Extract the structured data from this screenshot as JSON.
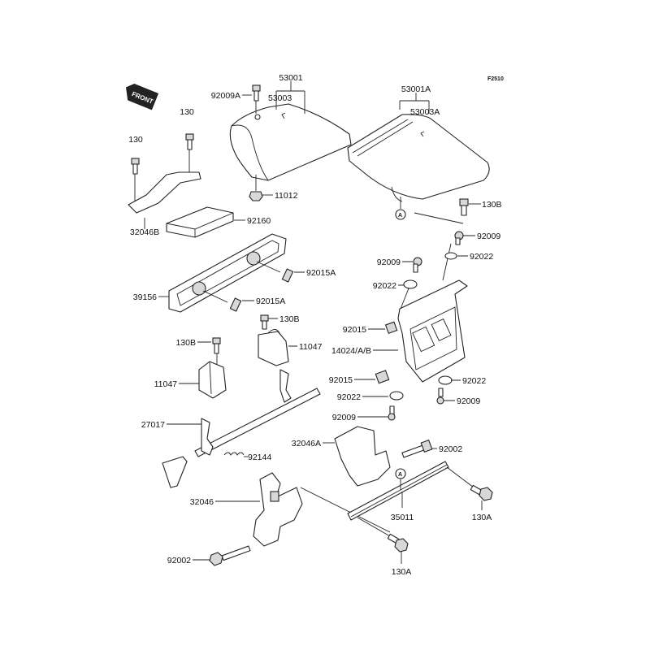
{
  "figure_code": "F2510",
  "front_badge": "FRONT",
  "ref_marker": "A",
  "labels": {
    "p92009A": "92009A",
    "p53001": "53001",
    "p53003": "53003",
    "p11012": "11012",
    "p53001A": "53001A",
    "p53003A": "53003A",
    "p130B_top": "130B",
    "p130_a": "130",
    "p130_b": "130",
    "p32046B": "32046B",
    "p92160": "92160",
    "p92009_r1": "92009",
    "p92022_r1": "92022",
    "p92009_l1": "92009",
    "p92022_l1": "92022",
    "p92015A_1": "92015A",
    "p92015A_2": "92015A",
    "p39156": "39156",
    "p130B_mid1": "130B",
    "p130B_mid2": "130B",
    "p11047_1": "11047",
    "p11047_2": "11047",
    "p92015_1": "92015",
    "p14024": "14024/A/B",
    "p92015_2": "92015",
    "p92022_l2": "92022",
    "p92009_l2": "92009",
    "p92022_r2": "92022",
    "p92009_r2": "92009",
    "p27017": "27017",
    "p32046A": "32046A",
    "p92002_r": "92002",
    "p92144": "92144",
    "p32046": "32046",
    "p35011": "35011",
    "p130A_r": "130A",
    "p92002_l": "92002",
    "p130A_b": "130A"
  }
}
